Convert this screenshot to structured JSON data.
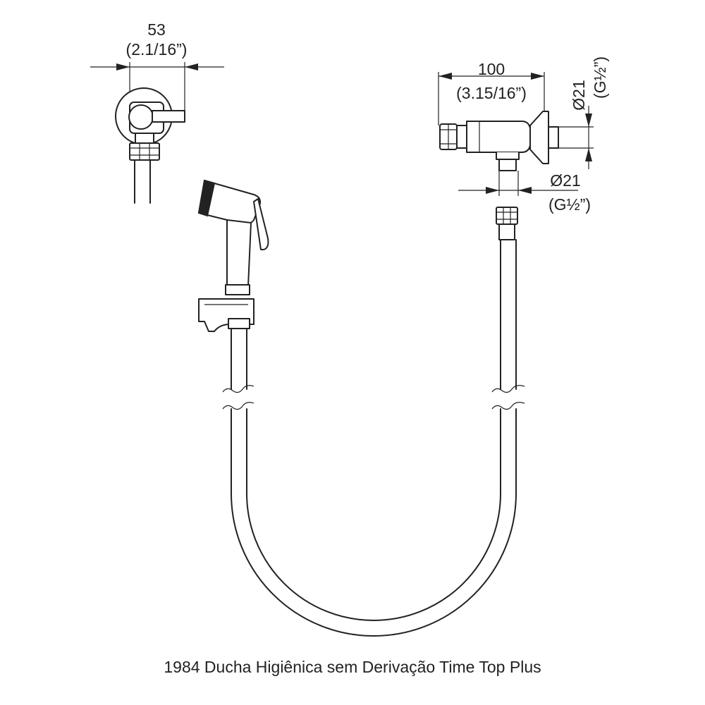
{
  "caption": "1984 Ducha Higiênica sem Derivação Time Top Plus",
  "dimensions": {
    "side_width": {
      "value": "53",
      "imperial": "(2.1/16”)"
    },
    "valve_length": {
      "value": "100",
      "imperial": "(3.15/16”)"
    },
    "inlet_diameter": {
      "value": "Ø21",
      "thread": "(G½”)"
    },
    "outlet_diameter": {
      "value": "Ø21",
      "thread": "(G½”)"
    }
  }
}
